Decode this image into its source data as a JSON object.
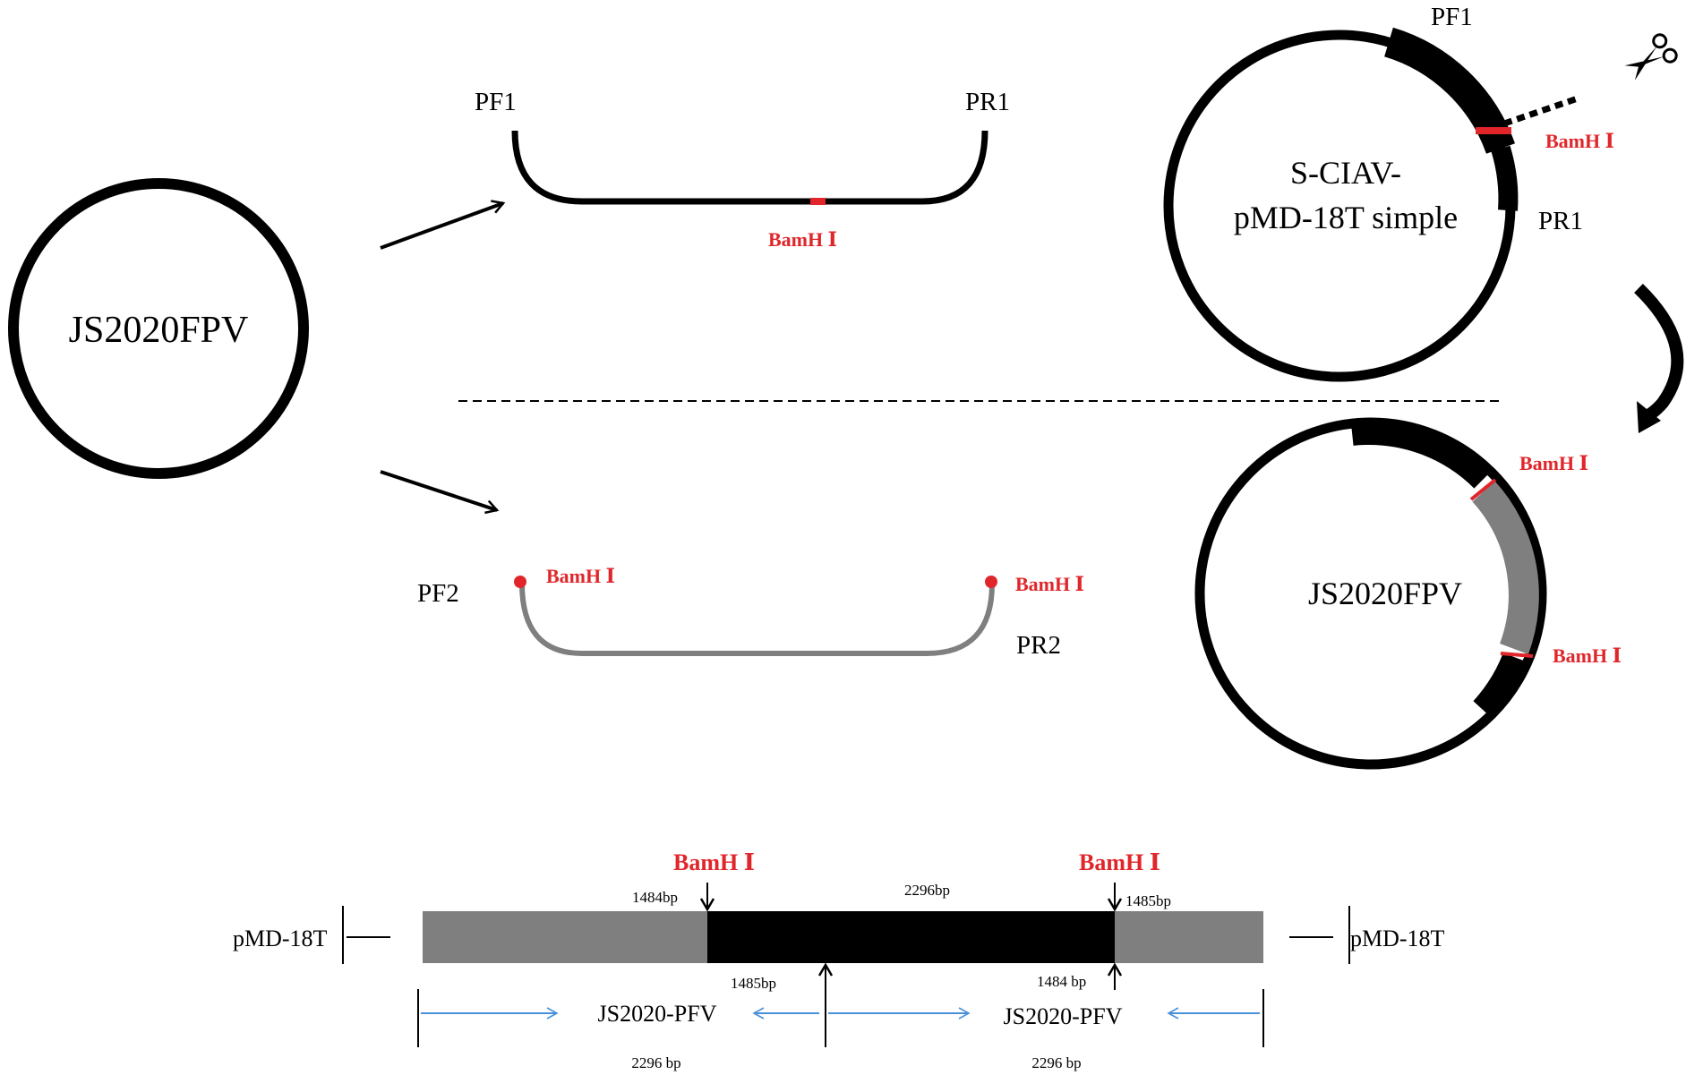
{
  "colors": {
    "black": "#000000",
    "red": "#e0262b",
    "gray": "#7f7f7f",
    "blue": "#4a90d9"
  },
  "left": {
    "virus_label": "JS2020FPV"
  },
  "top_fragment": {
    "left_primer": "PF1",
    "right_primer": "PR1",
    "site_label": "BamH Ⅰ"
  },
  "plasmid1": {
    "name_line1": "S-CIAV-",
    "name_line2": "pMD-18T simple",
    "primer_top": "PF1",
    "primer_bottom": "PR1",
    "site_label": "BamH Ⅰ",
    "scissors_icon": "scissors-icon"
  },
  "bottom_fragment": {
    "left_primer": "PF2",
    "right_primer": "PR2",
    "site_left": "BamH Ⅰ",
    "site_right": "BamH Ⅰ"
  },
  "plasmid2": {
    "name": "JS2020FPV",
    "site_top": "BamH Ⅰ",
    "site_bottom": "BamH Ⅰ"
  },
  "map": {
    "site_left": "BamH Ⅰ",
    "site_right": "BamH Ⅰ",
    "vector_left": "pMD-18T",
    "vector_right": "pMD-18T",
    "pos_top_left": "1484bp",
    "pos_top_mid": "2296bp",
    "pos_top_right": "1485bp",
    "pos_bottom_left": "1485bp",
    "pos_bottom_right": "1484 bp",
    "segment_left": "JS2020-PFV",
    "segment_right": "JS2020-PFV",
    "length_left": "2296 bp",
    "length_right": "2296 bp"
  }
}
